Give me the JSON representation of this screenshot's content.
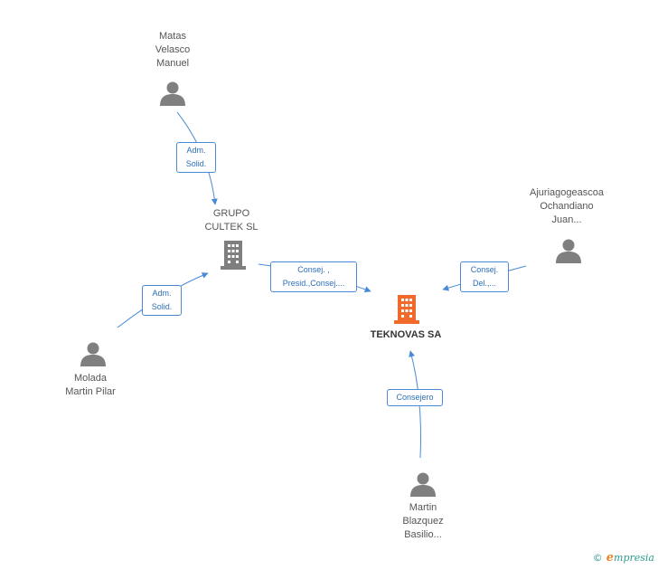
{
  "colors": {
    "edge": "#4a8ad4",
    "person_icon": "#7f7f7f",
    "company_icon": "#7f7f7f",
    "main_company_icon": "#f06b2b"
  },
  "nodes": {
    "matas": {
      "label": "Matas\nVelasco\nManuel",
      "icon": "person-icon"
    },
    "grupo": {
      "label": "GRUPO\nCULTEK SL",
      "icon": "building-icon"
    },
    "ajuria": {
      "label": "Ajuriagogeascoa\nOchandiano\nJuan...",
      "icon": "person-icon"
    },
    "teknovas": {
      "label": "TEKNOVAS SA",
      "icon": "building-icon"
    },
    "molada": {
      "label": "Molada\nMartin Pilar",
      "icon": "person-icon"
    },
    "martin": {
      "label": "Martin\nBlazquez\nBasilio...",
      "icon": "person-icon"
    }
  },
  "edges": {
    "matas_grupo": "Adm.\nSolid.",
    "molada_grupo": "Adm.\nSolid.",
    "grupo_teknovas": "Consej. ,\nPresid.,Consej....",
    "ajuria_teknovas": "Consej.\nDel.,...",
    "martin_teknovas": "Consejero"
  },
  "brand": {
    "copyright": "©",
    "first_letter": "e",
    "rest": "mpresia"
  }
}
